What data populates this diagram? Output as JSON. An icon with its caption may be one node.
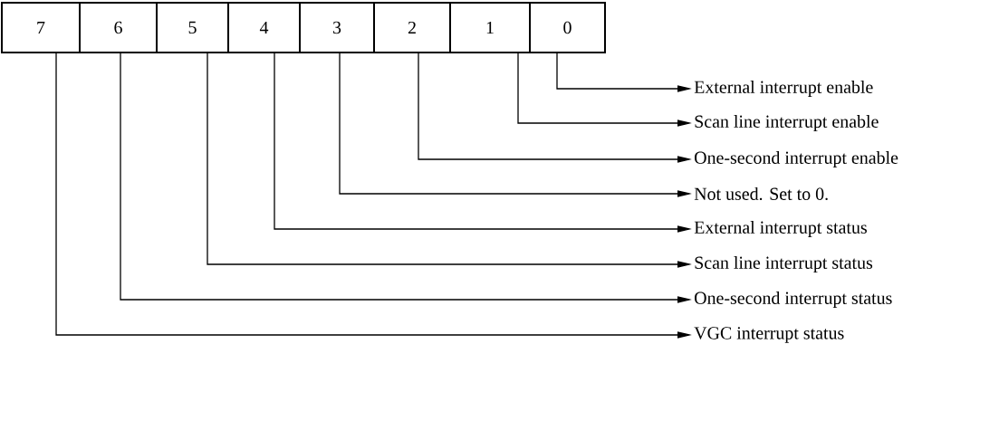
{
  "diagram": {
    "nodes": [
      {
        "text": [
          "7"
        ]
      },
      {
        "text": [
          "6"
        ]
      },
      {
        "text": [
          "5"
        ]
      },
      {
        "text": [
          "4"
        ]
      },
      {
        "text": [
          "3"
        ]
      },
      {
        "text": [
          "2"
        ]
      },
      {
        "text": [
          "1"
        ]
      },
      {
        "text": [
          "0"
        ]
      },
      {
        "text": [
          "External interrupt enable"
        ]
      },
      {
        "text": [
          "Scan line interrupt enable"
        ]
      },
      {
        "text": [
          "One-second interrupt enable"
        ]
      },
      {
        "text": [
          "Not used.  Set to 0."
        ]
      },
      {
        "text": [
          "External interrupt status"
        ]
      },
      {
        "text": [
          "Scan line interrupt status"
        ]
      },
      {
        "text": [
          "One-second interrupt status"
        ]
      },
      {
        "text": [
          "VGC interrupt status"
        ]
      }
    ],
    "edges": [
      {
        "from": 7,
        "to": 8,
        "arrow": "to"
      },
      {
        "from": 6,
        "to": 9,
        "arrow": "to"
      },
      {
        "from": 5,
        "to": 10,
        "arrow": "to"
      },
      {
        "from": 4,
        "to": 11,
        "arrow": "to"
      },
      {
        "from": 3,
        "to": 12,
        "arrow": "to"
      },
      {
        "from": 2,
        "to": 13,
        "arrow": "to"
      },
      {
        "from": 1,
        "to": 14,
        "arrow": "to"
      },
      {
        "from": 0,
        "to": 15,
        "arrow": "to"
      }
    ]
  }
}
